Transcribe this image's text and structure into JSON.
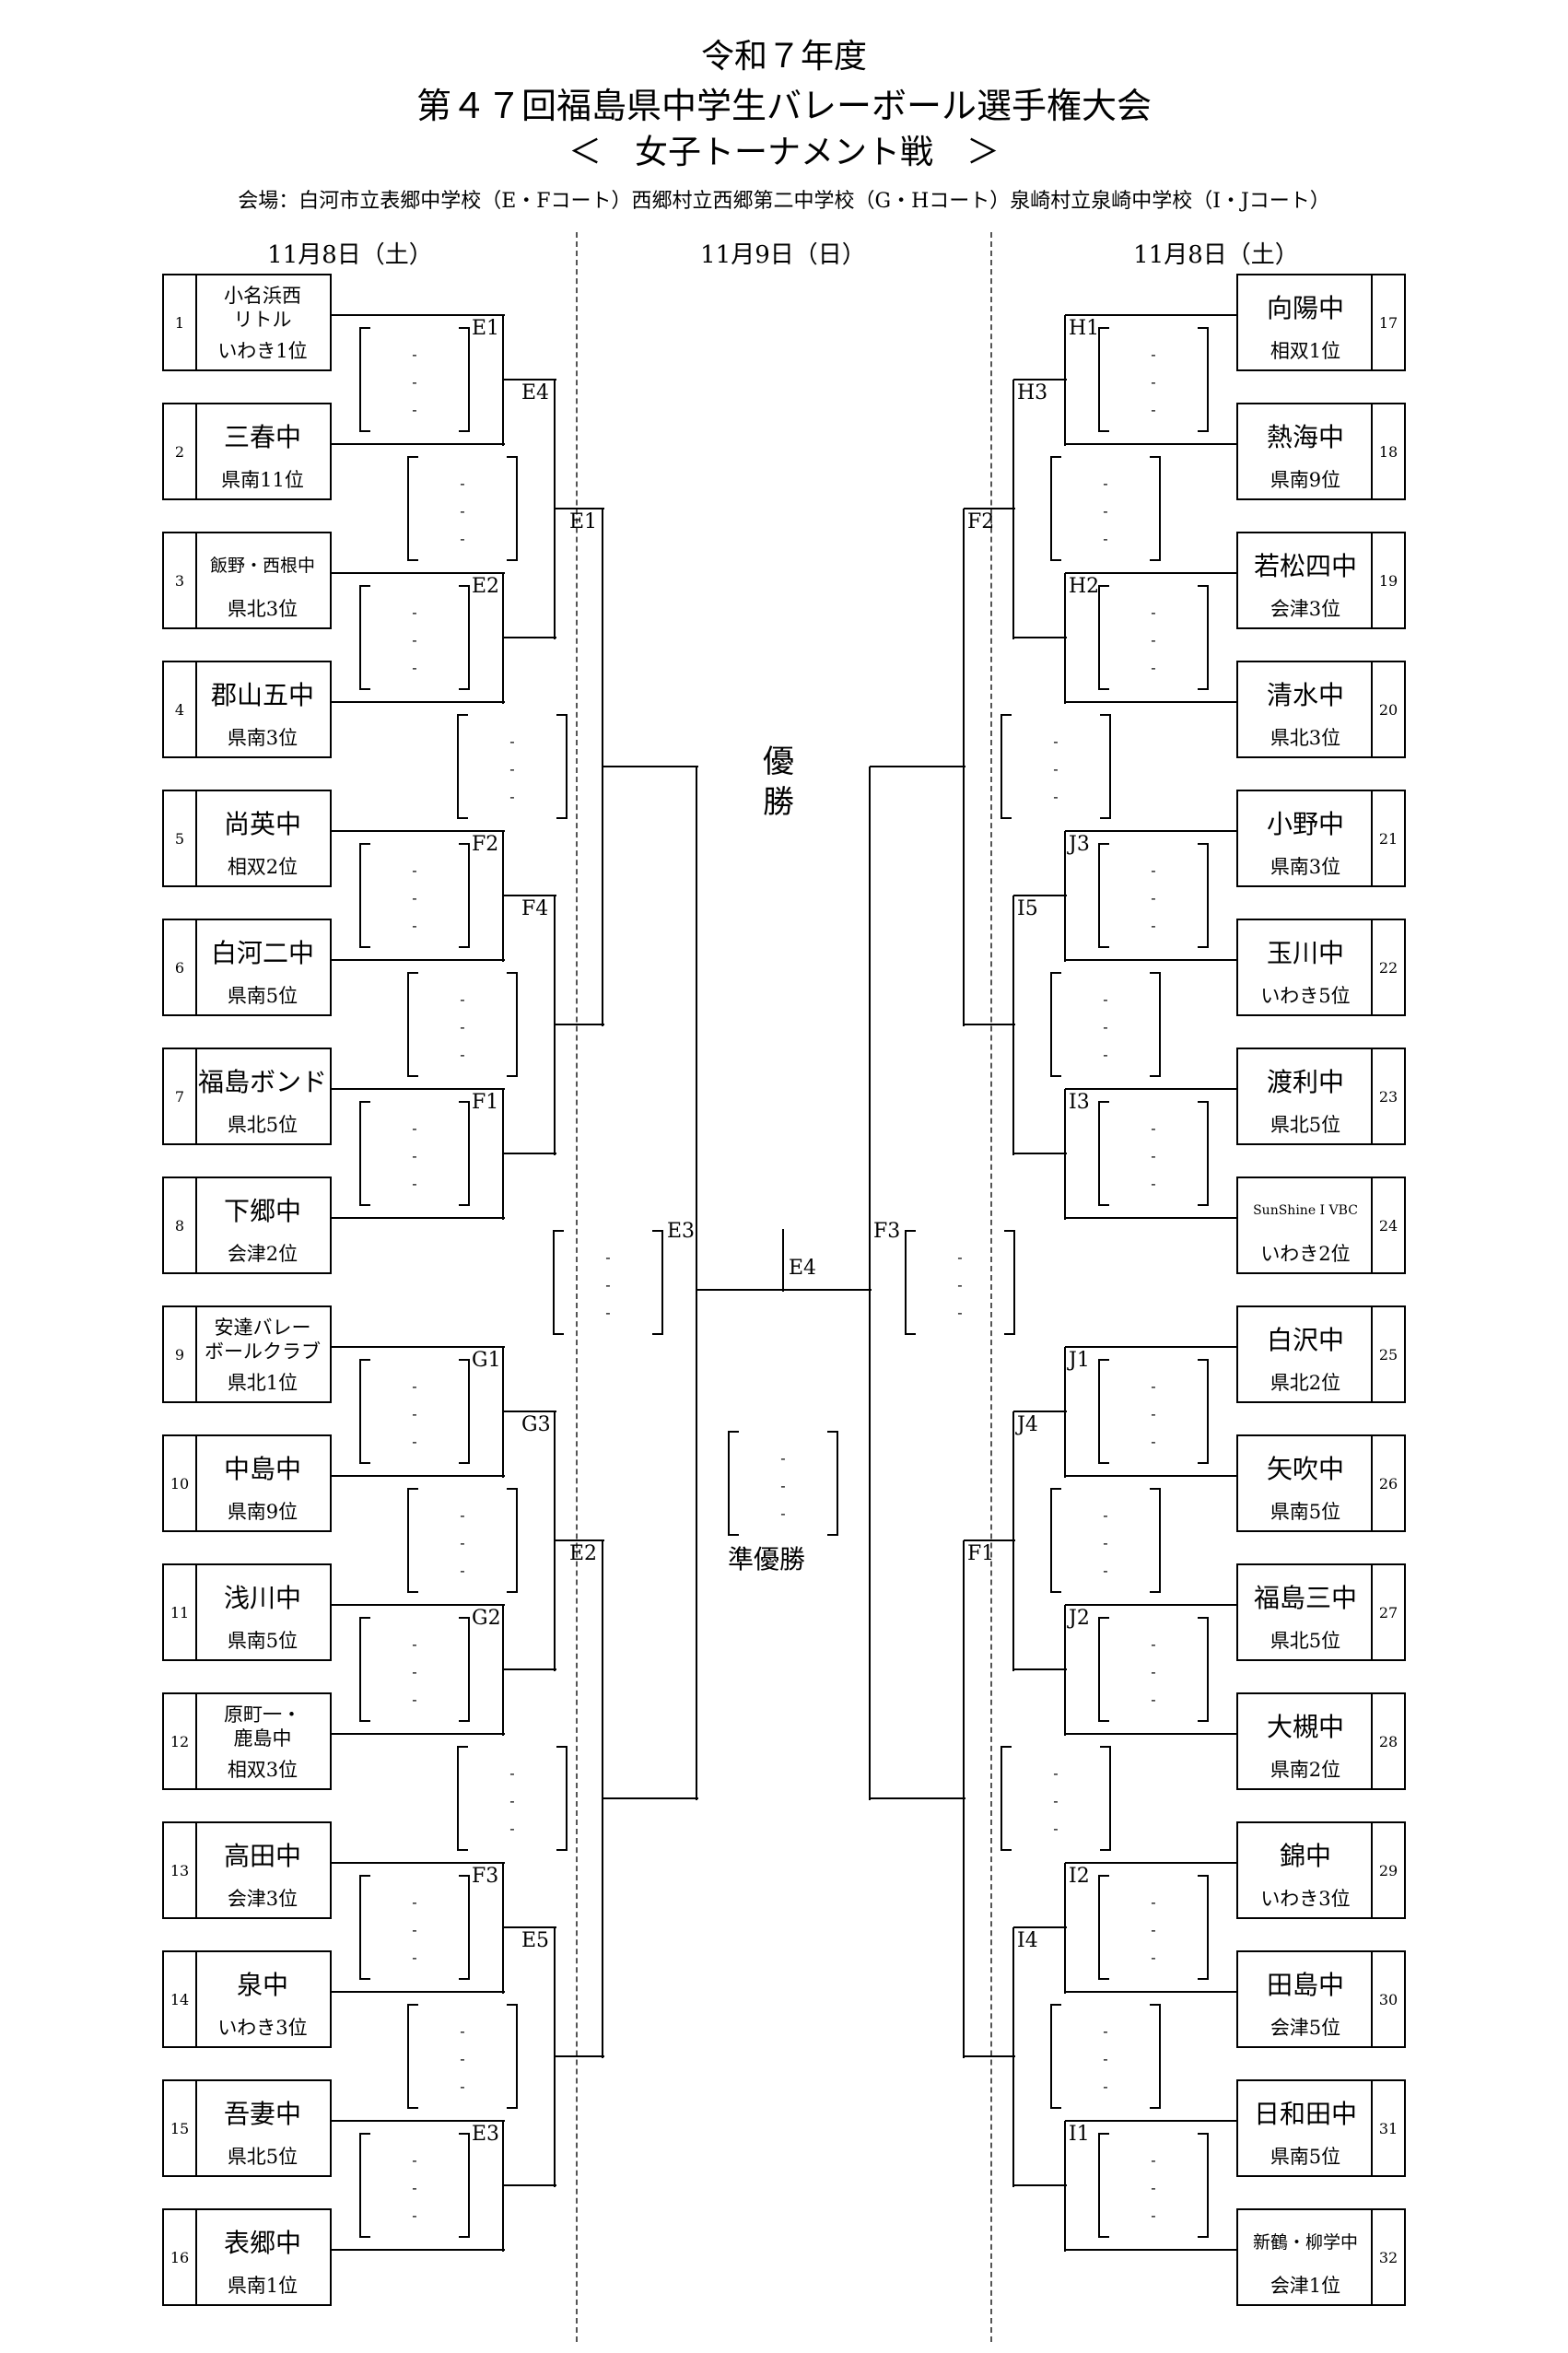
{
  "title": {
    "line1": "令和７年度",
    "line2": "第４７回福島県中学生バレーボール選手権大会",
    "line3": "＜　女子トーナメント戦　＞"
  },
  "venue": "会場：白河市立表郷中学校（E・Fコート）西郷村立西郷第二中学校（G・Hコート）泉崎村立泉崎中学校（I・Jコート）",
  "days": {
    "left": "11月8日（土）",
    "center": "11月9日（日）",
    "right": "11月8日（土）"
  },
  "score_placeholder": "-",
  "champion_label": "優勝",
  "runner_up_label": "準優勝",
  "left_teams": [
    {
      "num": "1",
      "name": "小名浜西\nリトル",
      "region": "いわき1位"
    },
    {
      "num": "2",
      "name": "三春中",
      "region": "県南11位"
    },
    {
      "num": "3",
      "name": "飯野・西根中",
      "region": "県北3位"
    },
    {
      "num": "4",
      "name": "郡山五中",
      "region": "県南3位"
    },
    {
      "num": "5",
      "name": "尚英中",
      "region": "相双2位"
    },
    {
      "num": "6",
      "name": "白河二中",
      "region": "県南5位"
    },
    {
      "num": "7",
      "name": "福島ボンド",
      "region": "県北5位"
    },
    {
      "num": "8",
      "name": "下郷中",
      "region": "会津2位"
    },
    {
      "num": "9",
      "name": "安達バレー\nボールクラブ",
      "region": "県北1位"
    },
    {
      "num": "10",
      "name": "中島中",
      "region": "県南9位"
    },
    {
      "num": "11",
      "name": "浅川中",
      "region": "県南5位"
    },
    {
      "num": "12",
      "name": "原町一・\n鹿島中",
      "region": "相双3位"
    },
    {
      "num": "13",
      "name": "高田中",
      "region": "会津3位"
    },
    {
      "num": "14",
      "name": "泉中",
      "region": "いわき3位"
    },
    {
      "num": "15",
      "name": "吾妻中",
      "region": "県北5位"
    },
    {
      "num": "16",
      "name": "表郷中",
      "region": "県南1位"
    }
  ],
  "right_teams": [
    {
      "num": "17",
      "name": "向陽中",
      "region": "相双1位"
    },
    {
      "num": "18",
      "name": "熱海中",
      "region": "県南9位"
    },
    {
      "num": "19",
      "name": "若松四中",
      "region": "会津3位"
    },
    {
      "num": "20",
      "name": "清水中",
      "region": "県北3位"
    },
    {
      "num": "21",
      "name": "小野中",
      "region": "県南3位"
    },
    {
      "num": "22",
      "name": "玉川中",
      "region": "いわき5位"
    },
    {
      "num": "23",
      "name": "渡利中",
      "region": "県北5位"
    },
    {
      "num": "24",
      "name": "SunShine I VBC",
      "region": "いわき2位"
    },
    {
      "num": "25",
      "name": "白沢中",
      "region": "県北2位"
    },
    {
      "num": "26",
      "name": "矢吹中",
      "region": "県南5位"
    },
    {
      "num": "27",
      "name": "福島三中",
      "region": "県北5位"
    },
    {
      "num": "28",
      "name": "大槻中",
      "region": "県南2位"
    },
    {
      "num": "29",
      "name": "錦中",
      "region": "いわき3位"
    },
    {
      "num": "30",
      "name": "田島中",
      "region": "会津5位"
    },
    {
      "num": "31",
      "name": "日和田中",
      "region": "県南5位"
    },
    {
      "num": "32",
      "name": "新鶴・柳学中",
      "region": "会津1位"
    }
  ],
  "left_r1_labels": [
    "E1",
    "E2",
    "F2",
    "F1",
    "G1",
    "G2",
    "F3",
    "E3"
  ],
  "left_r2_labels": [
    "E4",
    "F4",
    "G3",
    "E5"
  ],
  "left_r3_labels": [
    "E1",
    "E2"
  ],
  "left_r4_label": "E3",
  "center_label": "E4",
  "right_r1_labels": [
    "H1",
    "H2",
    "J3",
    "I3",
    "J1",
    "J2",
    "I2",
    "I1"
  ],
  "right_r2_labels": [
    "H3",
    "I5",
    "J4",
    "I4"
  ],
  "right_r3_labels": [
    "F2",
    "F1"
  ],
  "right_r4_label": "F3"
}
